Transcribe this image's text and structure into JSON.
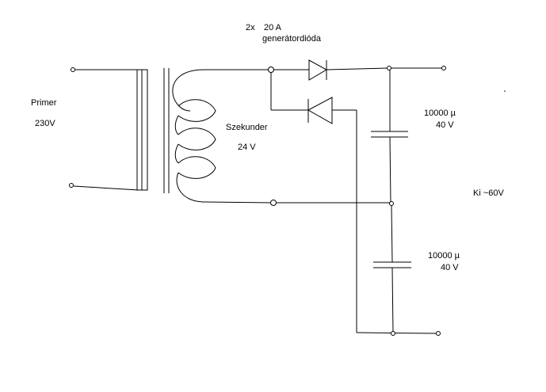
{
  "labels": {
    "primary": "Primer",
    "primary_voltage": "230V",
    "secondary": "Szekunder",
    "secondary_voltage": "24 V",
    "diode_count": "2x",
    "diode_rating": "20 A",
    "diode_type": "generátordióda",
    "cap1_value": "10000  µ",
    "cap1_voltage": "40 V",
    "cap2_value": "10000  µ",
    "cap2_voltage": "40 V",
    "output": "Ki ~60V"
  }
}
